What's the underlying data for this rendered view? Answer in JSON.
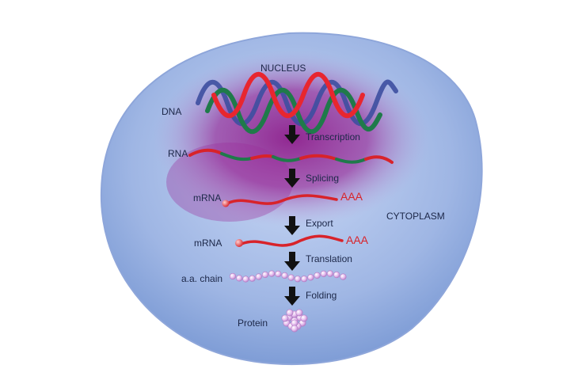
{
  "diagram": {
    "title": "",
    "compartments": {
      "nucleus": "NUCLEUS",
      "cytoplasm": "CYTOPLASM"
    },
    "molecules": {
      "dna": "DNA",
      "rna": "RNA",
      "mrna_nucleus": "mRNA",
      "mrna_cytoplasm": "mRNA",
      "aa_chain": "a.a. chain",
      "protein": "Protein"
    },
    "poly_a_tail": {
      "nucleus": "AAA",
      "cytoplasm": "AAA"
    },
    "steps": [
      "Transcription",
      "Splicing",
      "Export",
      "Translation",
      "Folding"
    ],
    "colors": {
      "cell": "#a9bde6",
      "nucleus": "#8e1f8c",
      "dna_red": "#e8262f",
      "dna_green": "#1f7a4a",
      "dna_blue": "#3d4fa0",
      "exon": "#d8232a",
      "intron": "#1f7a4a",
      "amino_acid": "#d9a6e3",
      "arrow": "#111111",
      "text": "#1c2748"
    }
  }
}
